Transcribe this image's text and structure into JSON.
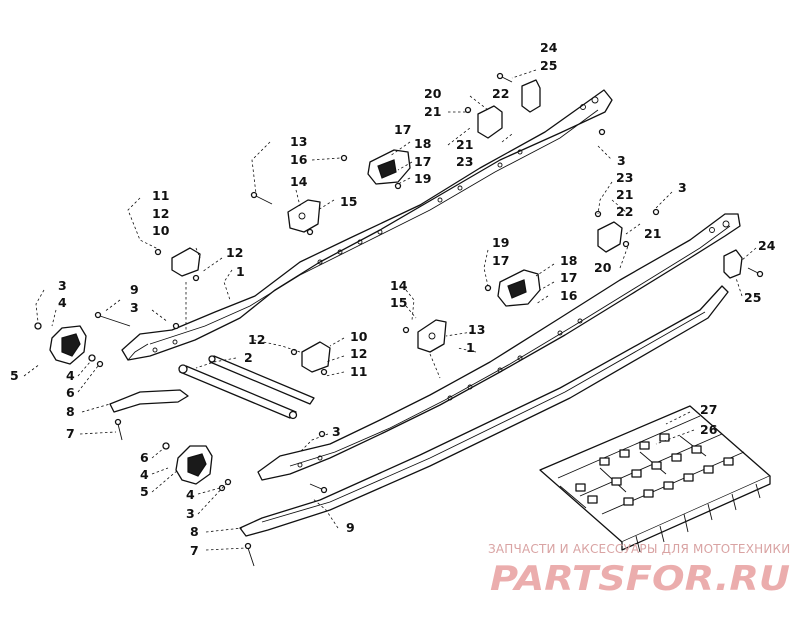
{
  "callouts": [
    {
      "id": "c24a",
      "text": "24"
    },
    {
      "id": "c25a",
      "text": "25"
    },
    {
      "id": "c22a",
      "text": "22"
    },
    {
      "id": "c20a",
      "text": "20"
    },
    {
      "id": "c21a",
      "text": "21"
    },
    {
      "id": "c13a",
      "text": "13"
    },
    {
      "id": "c17a",
      "text": "17"
    },
    {
      "id": "c16a",
      "text": "16"
    },
    {
      "id": "c18a",
      "text": "18"
    },
    {
      "id": "c21b",
      "text": "21"
    },
    {
      "id": "c17b",
      "text": "17"
    },
    {
      "id": "c23a",
      "text": "23"
    },
    {
      "id": "c19a",
      "text": "19"
    },
    {
      "id": "c3a",
      "text": "3"
    },
    {
      "id": "c14a",
      "text": "14"
    },
    {
      "id": "c15a",
      "text": "15"
    },
    {
      "id": "c11a",
      "text": "11"
    },
    {
      "id": "c12a",
      "text": "12"
    },
    {
      "id": "c10a",
      "text": "10"
    },
    {
      "id": "c12b",
      "text": "12"
    },
    {
      "id": "c1a",
      "text": "1"
    },
    {
      "id": "c23b",
      "text": "23"
    },
    {
      "id": "c3b",
      "text": "3"
    },
    {
      "id": "c21c",
      "text": "21"
    },
    {
      "id": "c22b",
      "text": "22"
    },
    {
      "id": "c21d",
      "text": "21"
    },
    {
      "id": "c20b",
      "text": "20"
    },
    {
      "id": "c24b",
      "text": "24"
    },
    {
      "id": "c19b",
      "text": "19"
    },
    {
      "id": "c17c",
      "text": "17"
    },
    {
      "id": "c18b",
      "text": "18"
    },
    {
      "id": "c17d",
      "text": "17"
    },
    {
      "id": "c16b",
      "text": "16"
    },
    {
      "id": "c25b",
      "text": "25"
    },
    {
      "id": "c3c",
      "text": "3"
    },
    {
      "id": "c4a",
      "text": "4"
    },
    {
      "id": "c9a",
      "text": "9"
    },
    {
      "id": "c3d",
      "text": "3"
    },
    {
      "id": "c14b",
      "text": "14"
    },
    {
      "id": "c15b",
      "text": "15"
    },
    {
      "id": "c13b",
      "text": "13"
    },
    {
      "id": "c1b",
      "text": "1"
    },
    {
      "id": "c12c",
      "text": "12"
    },
    {
      "id": "c10b",
      "text": "10"
    },
    {
      "id": "c2a",
      "text": "2"
    },
    {
      "id": "c12d",
      "text": "12"
    },
    {
      "id": "c11b",
      "text": "11"
    },
    {
      "id": "c5a",
      "text": "5"
    },
    {
      "id": "c4b",
      "text": "4"
    },
    {
      "id": "c6a",
      "text": "6"
    },
    {
      "id": "c8a",
      "text": "8"
    },
    {
      "id": "c7a",
      "text": "7"
    },
    {
      "id": "c3e",
      "text": "3"
    },
    {
      "id": "c27a",
      "text": "27"
    },
    {
      "id": "c26a",
      "text": "26"
    },
    {
      "id": "c6b",
      "text": "6"
    },
    {
      "id": "c4c",
      "text": "4"
    },
    {
      "id": "c5b",
      "text": "5"
    },
    {
      "id": "c4d",
      "text": "4"
    },
    {
      "id": "c3f",
      "text": "3"
    },
    {
      "id": "c8b",
      "text": "8"
    },
    {
      "id": "c9b",
      "text": "9"
    },
    {
      "id": "c7b",
      "text": "7"
    }
  ],
  "watermark": {
    "tagline": "ЗАПЧАСТИ И АКСЕССУАРЫ ДЛЯ МОТОТЕХНИКИ",
    "logo_text": "PARTSFOR.RU",
    "color": "#e8a0a0"
  }
}
